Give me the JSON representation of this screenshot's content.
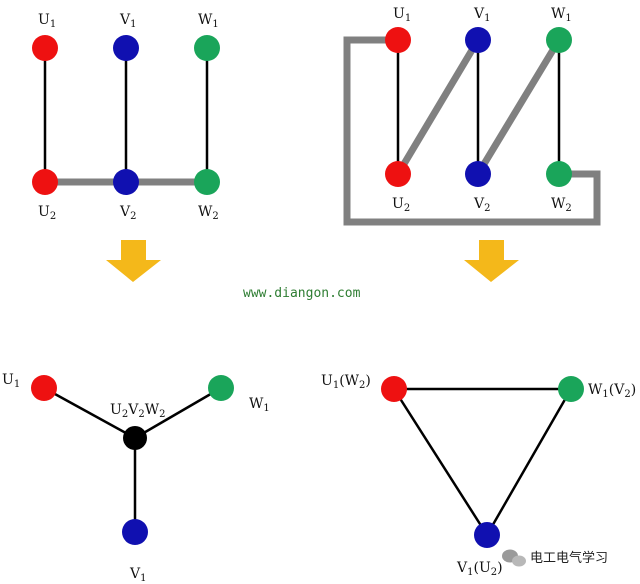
{
  "colors": {
    "u": "#ee1111",
    "v": "#1010b0",
    "w": "#1aa55a",
    "star_center": "#000000",
    "bar": "#808080",
    "arrow": "#f4b81a"
  },
  "watermark_site": "www.diangon.com",
  "brand_caption": "电工电气学习",
  "star_terminal_panel": {
    "top_labels": [
      {
        "base": "U",
        "sub": "1"
      },
      {
        "base": "V",
        "sub": "1"
      },
      {
        "base": "W",
        "sub": "1"
      }
    ],
    "bottom_labels": [
      {
        "base": "U",
        "sub": "2"
      },
      {
        "base": "V",
        "sub": "2"
      },
      {
        "base": "W",
        "sub": "2"
      }
    ]
  },
  "delta_terminal_panel": {
    "top_labels": [
      {
        "base": "U",
        "sub": "1"
      },
      {
        "base": "V",
        "sub": "1"
      },
      {
        "base": "W",
        "sub": "1"
      }
    ],
    "bottom_labels": [
      {
        "base": "U",
        "sub": "2"
      },
      {
        "base": "V",
        "sub": "2"
      },
      {
        "base": "W",
        "sub": "2"
      }
    ]
  },
  "star_connection": {
    "u_label": {
      "base": "U",
      "sub": "1"
    },
    "w_label": {
      "base": "W",
      "sub": "1"
    },
    "v_label": {
      "base": "V",
      "sub": "1"
    },
    "center_label": {
      "p1": "U",
      "s1": "2",
      "p2": "V",
      "s2": "2",
      "p3": "W",
      "s3": "2"
    }
  },
  "delta_connection": {
    "u_label": {
      "base": "U",
      "sub": "1",
      "paren_base": "W",
      "paren_sub": "2"
    },
    "w_label": {
      "base": "W",
      "sub": "1",
      "paren_base": "V",
      "paren_sub": "2"
    },
    "v_label": {
      "base": "V",
      "sub": "1",
      "paren_base": "U",
      "paren_sub": "2"
    }
  }
}
